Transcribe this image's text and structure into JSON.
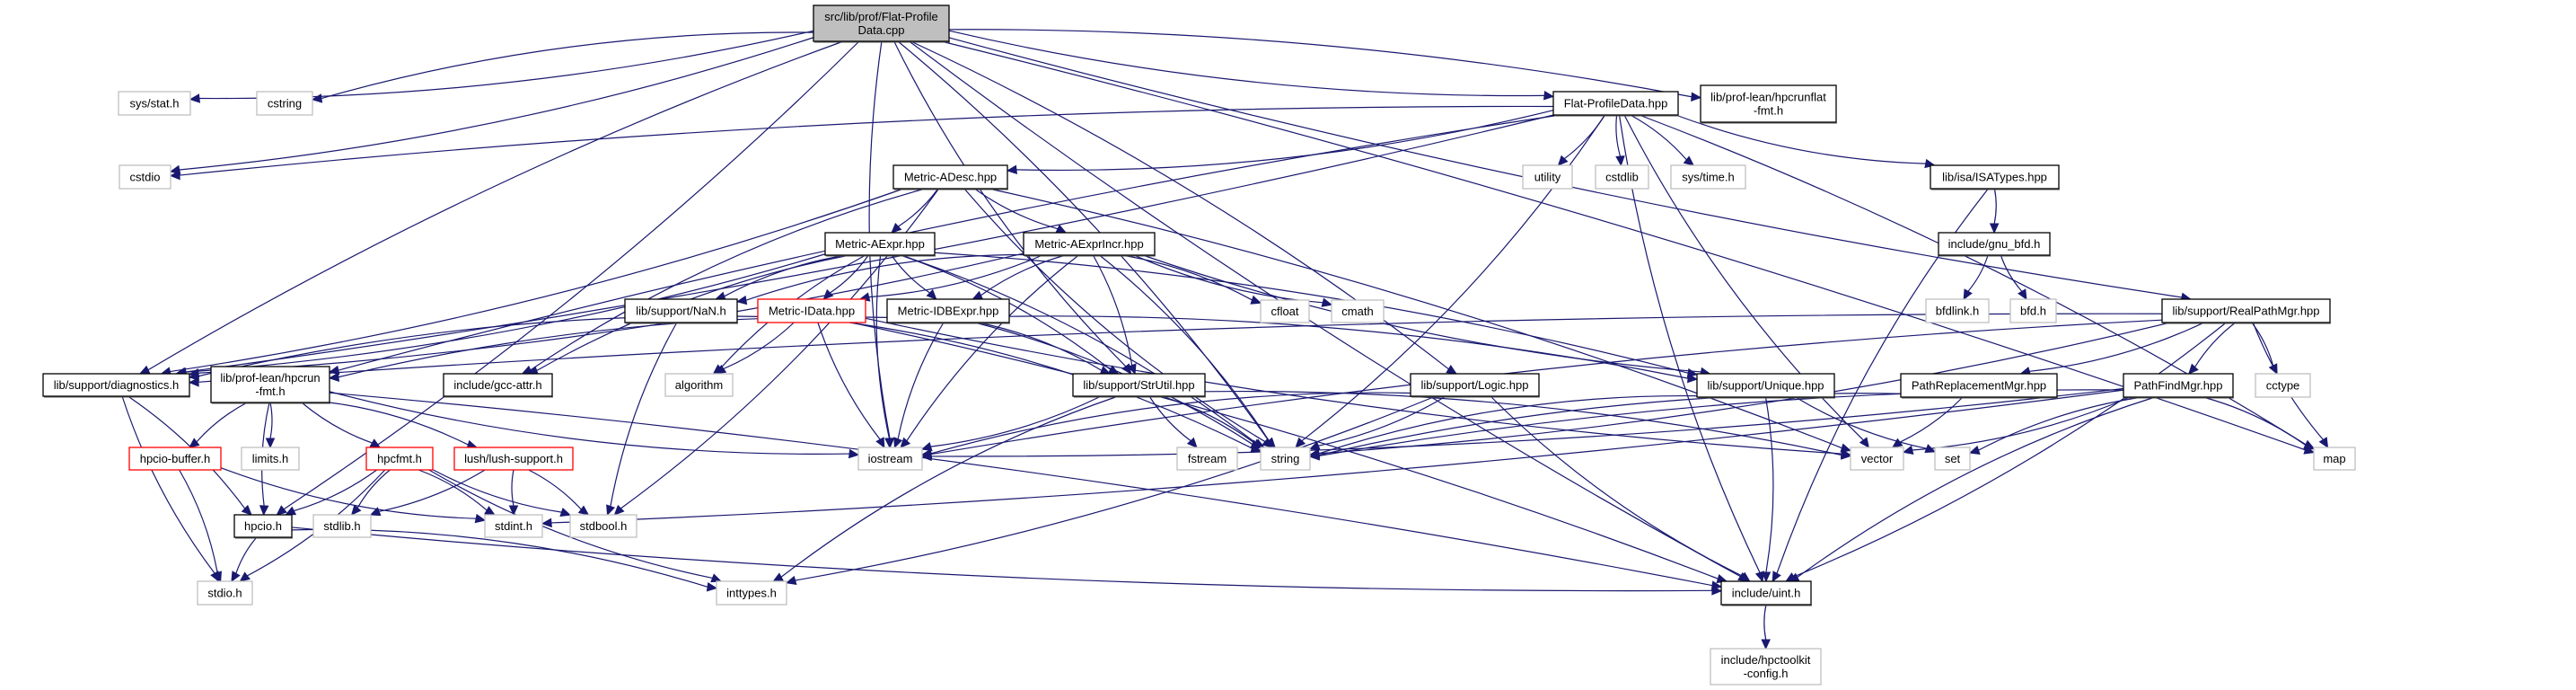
{
  "title": "src/lib/prof/Flat-ProfileData.cpp include dependency graph",
  "colors": {
    "edge": "#191970",
    "root_fill": "#bfbfbf",
    "documented_border": "#000000",
    "system_border": "#bfbfbf",
    "truncated_border": "#ff0000"
  },
  "nodes": [
    {
      "id": "root",
      "kind": "root",
      "lines": [
        "src/lib/prof/Flat-Profile",
        "Data.cpp"
      ]
    },
    {
      "id": "sysstat",
      "kind": "sys",
      "lines": [
        "sys/stat.h"
      ]
    },
    {
      "id": "cstring",
      "kind": "sys",
      "lines": [
        "cstring"
      ]
    },
    {
      "id": "cstdio",
      "kind": "sys",
      "lines": [
        "cstdio"
      ]
    },
    {
      "id": "flathpp",
      "kind": "doc",
      "lines": [
        "Flat-ProfileData.hpp"
      ]
    },
    {
      "id": "hpcrunflat",
      "kind": "doc",
      "lines": [
        "lib/prof-lean/hpcrunflat",
        "-fmt.h"
      ]
    },
    {
      "id": "utility",
      "kind": "sys",
      "lines": [
        "utility"
      ]
    },
    {
      "id": "cstdlib",
      "kind": "sys",
      "lines": [
        "cstdlib"
      ]
    },
    {
      "id": "systime",
      "kind": "sys",
      "lines": [
        "sys/time.h"
      ]
    },
    {
      "id": "isatypes",
      "kind": "doc",
      "lines": [
        "lib/isa/ISATypes.hpp"
      ]
    },
    {
      "id": "gnubfd",
      "kind": "doc",
      "lines": [
        "include/gnu_bfd.h"
      ]
    },
    {
      "id": "bfdlink",
      "kind": "sys",
      "lines": [
        "bfdlink.h"
      ]
    },
    {
      "id": "bfd",
      "kind": "sys",
      "lines": [
        "bfd.h"
      ]
    },
    {
      "id": "adesc",
      "kind": "doc",
      "lines": [
        "Metric-ADesc.hpp"
      ]
    },
    {
      "id": "aexpr",
      "kind": "doc",
      "lines": [
        "Metric-AExpr.hpp"
      ]
    },
    {
      "id": "aexprincr",
      "kind": "doc",
      "lines": [
        "Metric-AExprIncr.hpp"
      ]
    },
    {
      "id": "nan",
      "kind": "doc",
      "lines": [
        "lib/support/NaN.h"
      ]
    },
    {
      "id": "idata",
      "kind": "trunc",
      "lines": [
        "Metric-IData.hpp"
      ]
    },
    {
      "id": "idbexpr",
      "kind": "doc",
      "lines": [
        "Metric-IDBExpr.hpp"
      ]
    },
    {
      "id": "cfloat",
      "kind": "sys",
      "lines": [
        "cfloat"
      ]
    },
    {
      "id": "cmath",
      "kind": "sys",
      "lines": [
        "cmath"
      ]
    },
    {
      "id": "diag",
      "kind": "doc",
      "lines": [
        "lib/support/diagnostics.h"
      ]
    },
    {
      "id": "hpcrunfmt",
      "kind": "doc",
      "lines": [
        "lib/prof-lean/hpcrun",
        "-fmt.h"
      ]
    },
    {
      "id": "gccattr",
      "kind": "doc",
      "lines": [
        "include/gcc-attr.h"
      ]
    },
    {
      "id": "algorithm",
      "kind": "sys",
      "lines": [
        "algorithm"
      ]
    },
    {
      "id": "strutil",
      "kind": "doc",
      "lines": [
        "lib/support/StrUtil.hpp"
      ]
    },
    {
      "id": "logic",
      "kind": "doc",
      "lines": [
        "lib/support/Logic.hpp"
      ]
    },
    {
      "id": "unique",
      "kind": "doc",
      "lines": [
        "lib/support/Unique.hpp"
      ]
    },
    {
      "id": "realpath",
      "kind": "doc",
      "lines": [
        "lib/support/RealPathMgr.hpp"
      ]
    },
    {
      "id": "pathrepl",
      "kind": "doc",
      "lines": [
        "PathReplacementMgr.hpp"
      ]
    },
    {
      "id": "pathfind",
      "kind": "doc",
      "lines": [
        "PathFindMgr.hpp"
      ]
    },
    {
      "id": "cctype",
      "kind": "sys",
      "lines": [
        "cctype"
      ]
    },
    {
      "id": "hpciobuf",
      "kind": "trunc",
      "lines": [
        "hpcio-buffer.h"
      ]
    },
    {
      "id": "limits",
      "kind": "sys",
      "lines": [
        "limits.h"
      ]
    },
    {
      "id": "hpcfmt",
      "kind": "trunc",
      "lines": [
        "hpcfmt.h"
      ]
    },
    {
      "id": "lush",
      "kind": "trunc",
      "lines": [
        "lush/lush-support.h"
      ]
    },
    {
      "id": "iostream",
      "kind": "sys",
      "lines": [
        "iostream"
      ]
    },
    {
      "id": "fstream",
      "kind": "sys",
      "lines": [
        "fstream"
      ]
    },
    {
      "id": "string",
      "kind": "sys",
      "lines": [
        "string"
      ]
    },
    {
      "id": "vector",
      "kind": "sys",
      "lines": [
        "vector"
      ]
    },
    {
      "id": "set",
      "kind": "sys",
      "lines": [
        "set"
      ]
    },
    {
      "id": "map",
      "kind": "sys",
      "lines": [
        "map"
      ]
    },
    {
      "id": "hpcio",
      "kind": "doc",
      "lines": [
        "hpcio.h"
      ]
    },
    {
      "id": "stdlib",
      "kind": "sys",
      "lines": [
        "stdlib.h"
      ]
    },
    {
      "id": "stdint",
      "kind": "sys",
      "lines": [
        "stdint.h"
      ]
    },
    {
      "id": "stdbool",
      "kind": "sys",
      "lines": [
        "stdbool.h"
      ]
    },
    {
      "id": "stdio",
      "kind": "sys",
      "lines": [
        "stdio.h"
      ]
    },
    {
      "id": "inttypes",
      "kind": "sys",
      "lines": [
        "inttypes.h"
      ]
    },
    {
      "id": "uint",
      "kind": "doc",
      "lines": [
        "include/uint.h"
      ]
    },
    {
      "id": "hpctkconfig",
      "kind": "sys",
      "lines": [
        "include/hpctoolkit",
        "-config.h"
      ]
    }
  ],
  "edges": [
    [
      "root",
      "sysstat"
    ],
    [
      "root",
      "cstring"
    ],
    [
      "root",
      "cstdio"
    ],
    [
      "root",
      "flathpp"
    ],
    [
      "root",
      "hpcrunflat"
    ],
    [
      "root",
      "diag"
    ],
    [
      "root",
      "hpcio"
    ],
    [
      "root",
      "iostream"
    ],
    [
      "root",
      "string"
    ],
    [
      "root",
      "strutil"
    ],
    [
      "root",
      "logic"
    ],
    [
      "root",
      "realpath"
    ],
    [
      "root",
      "map"
    ],
    [
      "root",
      "uint"
    ],
    [
      "flathpp",
      "utility"
    ],
    [
      "flathpp",
      "cstdlib"
    ],
    [
      "flathpp",
      "systime"
    ],
    [
      "flathpp",
      "isatypes"
    ],
    [
      "flathpp",
      "adesc"
    ],
    [
      "flathpp",
      "cstdio"
    ],
    [
      "flathpp",
      "diag"
    ],
    [
      "flathpp",
      "hpcrunfmt"
    ],
    [
      "flathpp",
      "string"
    ],
    [
      "flathpp",
      "vector"
    ],
    [
      "flathpp",
      "map"
    ],
    [
      "flathpp",
      "uint"
    ],
    [
      "isatypes",
      "gnubfd"
    ],
    [
      "isatypes",
      "uint"
    ],
    [
      "gnubfd",
      "bfdlink"
    ],
    [
      "gnubfd",
      "bfd"
    ],
    [
      "adesc",
      "aexpr"
    ],
    [
      "adesc",
      "aexprincr"
    ],
    [
      "adesc",
      "diag"
    ],
    [
      "adesc",
      "gccattr"
    ],
    [
      "adesc",
      "stdbool"
    ],
    [
      "adesc",
      "string"
    ],
    [
      "adesc",
      "vector"
    ],
    [
      "aexpr",
      "nan"
    ],
    [
      "aexpr",
      "idata"
    ],
    [
      "aexpr",
      "idbexpr"
    ],
    [
      "aexpr",
      "diag"
    ],
    [
      "aexpr",
      "algorithm"
    ],
    [
      "aexpr",
      "strutil"
    ],
    [
      "aexpr",
      "iostream"
    ],
    [
      "aexpr",
      "string"
    ],
    [
      "aexpr",
      "gccattr"
    ],
    [
      "aexpr",
      "unique"
    ],
    [
      "aexprincr",
      "nan"
    ],
    [
      "aexprincr",
      "idata"
    ],
    [
      "aexprincr",
      "idbexpr"
    ],
    [
      "aexprincr",
      "cfloat"
    ],
    [
      "aexprincr",
      "cmath"
    ],
    [
      "aexprincr",
      "strutil"
    ],
    [
      "aexprincr",
      "iostream"
    ],
    [
      "aexprincr",
      "string"
    ],
    [
      "aexprincr",
      "unique"
    ],
    [
      "aexprincr",
      "diag"
    ],
    [
      "nan",
      "stdbool"
    ],
    [
      "idata",
      "algorithm"
    ],
    [
      "idata",
      "iostream"
    ],
    [
      "idata",
      "string"
    ],
    [
      "idata",
      "diag"
    ],
    [
      "idata",
      "uint"
    ],
    [
      "idata",
      "vector"
    ],
    [
      "idbexpr",
      "strutil"
    ],
    [
      "idbexpr",
      "iostream"
    ],
    [
      "idbexpr",
      "string"
    ],
    [
      "idbexpr",
      "hpcrunfmt"
    ],
    [
      "idbexpr",
      "unique"
    ],
    [
      "diag",
      "stdio"
    ],
    [
      "diag",
      "hpcio"
    ],
    [
      "hpcrunfmt",
      "hpciobuf"
    ],
    [
      "hpcrunfmt",
      "limits"
    ],
    [
      "hpcrunfmt",
      "hpcfmt"
    ],
    [
      "hpcrunfmt",
      "lush"
    ],
    [
      "hpcrunfmt",
      "hpcio"
    ],
    [
      "hpcrunfmt",
      "uint"
    ],
    [
      "hpcrunfmt",
      "iostream"
    ],
    [
      "hpciobuf",
      "stdio"
    ],
    [
      "hpciobuf",
      "stdint"
    ],
    [
      "hpcfmt",
      "hpcio"
    ],
    [
      "hpcfmt",
      "stdlib"
    ],
    [
      "hpcfmt",
      "stdint"
    ],
    [
      "hpcfmt",
      "stdbool"
    ],
    [
      "hpcfmt",
      "stdio"
    ],
    [
      "hpcfmt",
      "inttypes"
    ],
    [
      "lush",
      "stdlib"
    ],
    [
      "lush",
      "stdint"
    ],
    [
      "lush",
      "stdbool"
    ],
    [
      "hpcio",
      "stdio"
    ],
    [
      "hpcio",
      "inttypes"
    ],
    [
      "hpcio",
      "uint"
    ],
    [
      "strutil",
      "iostream"
    ],
    [
      "strutil",
      "fstream"
    ],
    [
      "strutil",
      "string"
    ],
    [
      "strutil",
      "inttypes"
    ],
    [
      "strutil",
      "vector"
    ],
    [
      "logic",
      "iostream"
    ],
    [
      "logic",
      "string"
    ],
    [
      "logic",
      "uint"
    ],
    [
      "logic",
      "inttypes"
    ],
    [
      "unique",
      "set"
    ],
    [
      "unique",
      "uint"
    ],
    [
      "unique",
      "string"
    ],
    [
      "realpath",
      "pathrepl"
    ],
    [
      "realpath",
      "pathfind"
    ],
    [
      "realpath",
      "cctype"
    ],
    [
      "realpath",
      "map"
    ],
    [
      "realpath",
      "string"
    ],
    [
      "realpath",
      "diag"
    ],
    [
      "realpath",
      "uint"
    ],
    [
      "realpath",
      "iostream"
    ],
    [
      "pathrepl",
      "vector"
    ],
    [
      "pathrepl",
      "string"
    ],
    [
      "pathfind",
      "vector"
    ],
    [
      "pathfind",
      "set"
    ],
    [
      "pathfind",
      "map"
    ],
    [
      "pathfind",
      "string"
    ],
    [
      "pathfind",
      "iostream"
    ],
    [
      "pathfind",
      "uint"
    ],
    [
      "pathfind",
      "stdint"
    ],
    [
      "uint",
      "hpctkconfig"
    ]
  ]
}
